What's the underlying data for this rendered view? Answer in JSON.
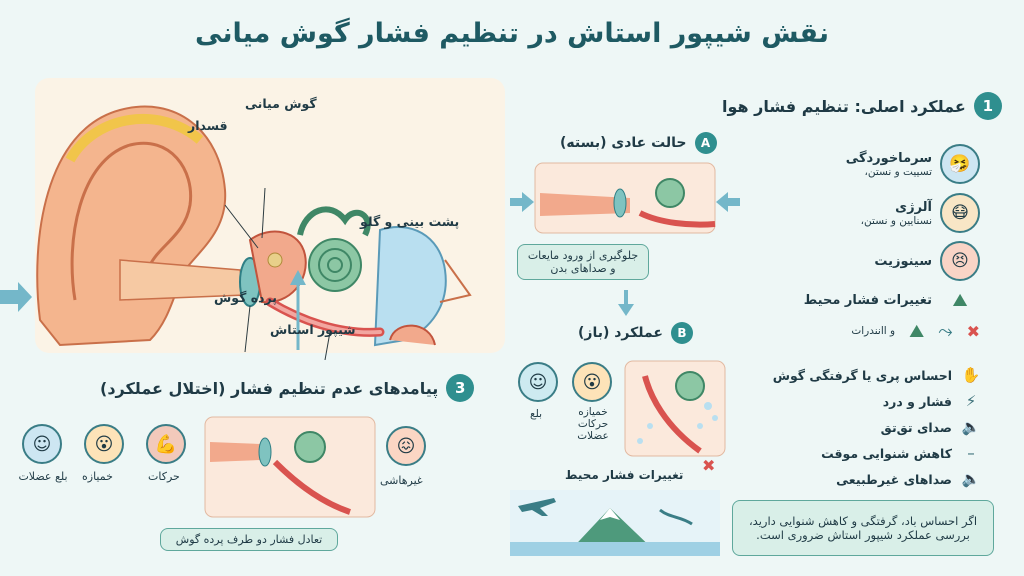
{
  "title": "نقش شیپور استاش در تنظیم فشار گوش میانی",
  "ear": {
    "middle_ear": "گوش میانی",
    "incus": "قسدار",
    "nasopharynx": "پشت بینی و گلو",
    "eardrum": "پرده گوش",
    "eustachian": "شیپور استاش"
  },
  "section1": {
    "number": "1",
    "title": "عملکرد اصلی: تنظیم فشار هوا",
    "items": [
      {
        "label": "سرماخوردگی",
        "sub": "تسییت و نستن،",
        "icon": "sneeze-face-icon"
      },
      {
        "label": "آلرژی",
        "sub": "نسنایین و نستن،",
        "icon": "allergy-face-icon"
      },
      {
        "label": "سینوزیت",
        "sub": "",
        "icon": "sinus-face-icon"
      },
      {
        "label": "تغییرات فشار محیط",
        "sub": "",
        "icon": "mountain-icon"
      }
    ],
    "diving": "و اانندرات"
  },
  "stateA": {
    "badge": "A",
    "title": "حالت عادی (بسته)",
    "box": "جلوگیری از ورود مایعات و صداهای بدن"
  },
  "stateB": {
    "badge": "B",
    "title": "عملکرد (باز)",
    "swallow": "بلع",
    "yawn": "خمیازه حرکات عضلات",
    "env": "تغییرات فشار محیط"
  },
  "symptoms": [
    {
      "label": "احساس پری یا گرفتگی گوش",
      "icon": "hand-icon",
      "glyph": "✋"
    },
    {
      "label": "فشار و درد",
      "icon": "lightning-icon",
      "glyph": "⚡"
    },
    {
      "label": "صدای تق‌تق",
      "icon": "speaker-icon",
      "glyph": "🔈"
    },
    {
      "label": "کاهش شنوایی موقت",
      "icon": "dash-icon",
      "glyph": "–"
    },
    {
      "label": "صداهای غیرطبیعی",
      "icon": "speaker-icon",
      "glyph": "🔈"
    }
  ],
  "advice": "اگر احساس باد، گرفتگی و کاهش شنوایی دارید، بررسی عملکرد شیپور استاش ضروری است.",
  "section3": {
    "number": "3",
    "title": "پیامدهای عدم تنظیم فشار (اختلال عملکرد)",
    "swallow": "بلع عضلات",
    "yawn": "خمیازه",
    "moves": "حرکات",
    "abnormal": "غیرهاشی",
    "box": "تعادل فشار دو طرف پرده گوش"
  }
}
